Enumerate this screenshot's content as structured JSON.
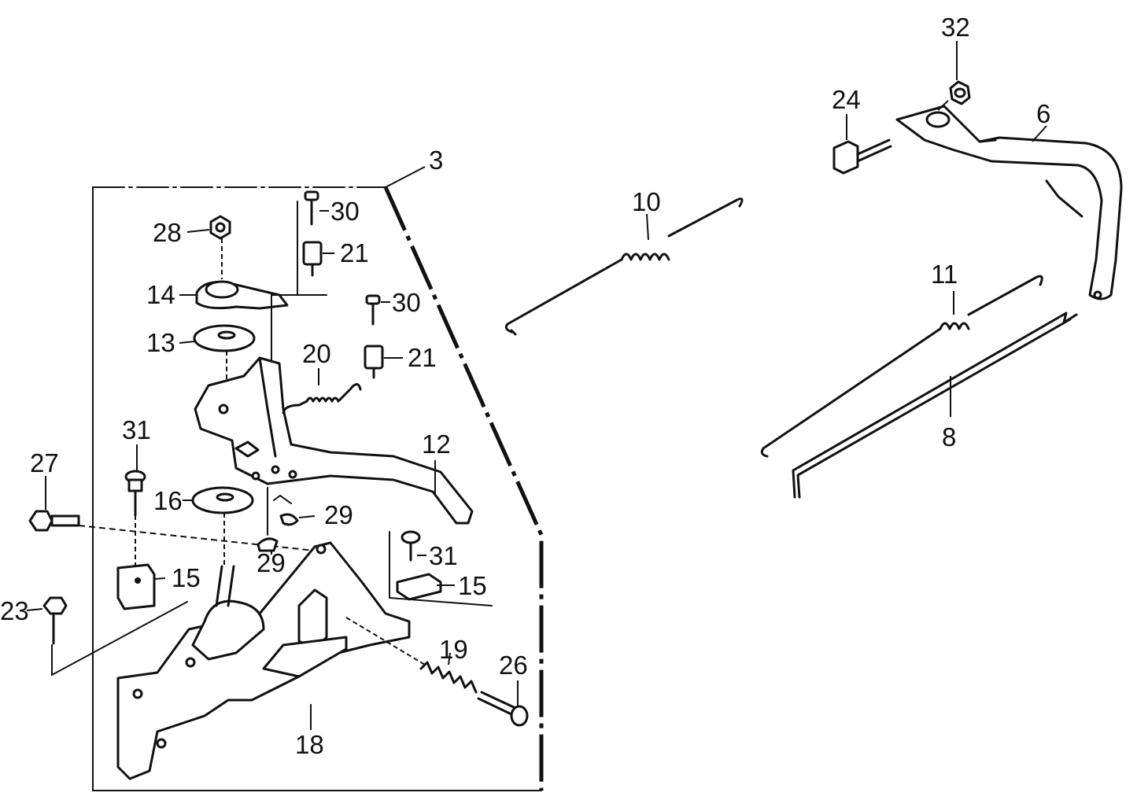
{
  "callouts": {
    "c3": "3",
    "c6": "6",
    "c8": "8",
    "c10": "10",
    "c11": "11",
    "c12": "12",
    "c13": "13",
    "c14": "14",
    "c15a": "15",
    "c15b": "15",
    "c16": "16",
    "c18": "18",
    "c19": "19",
    "c20": "20",
    "c21a": "21",
    "c21b": "21",
    "c23": "23",
    "c24": "24",
    "c26": "26",
    "c27": "27",
    "c28": "28",
    "c29a": "29",
    "c29b": "29",
    "c30a": "30",
    "c30b": "30",
    "c31a": "31",
    "c31b": "31",
    "c32": "32"
  }
}
